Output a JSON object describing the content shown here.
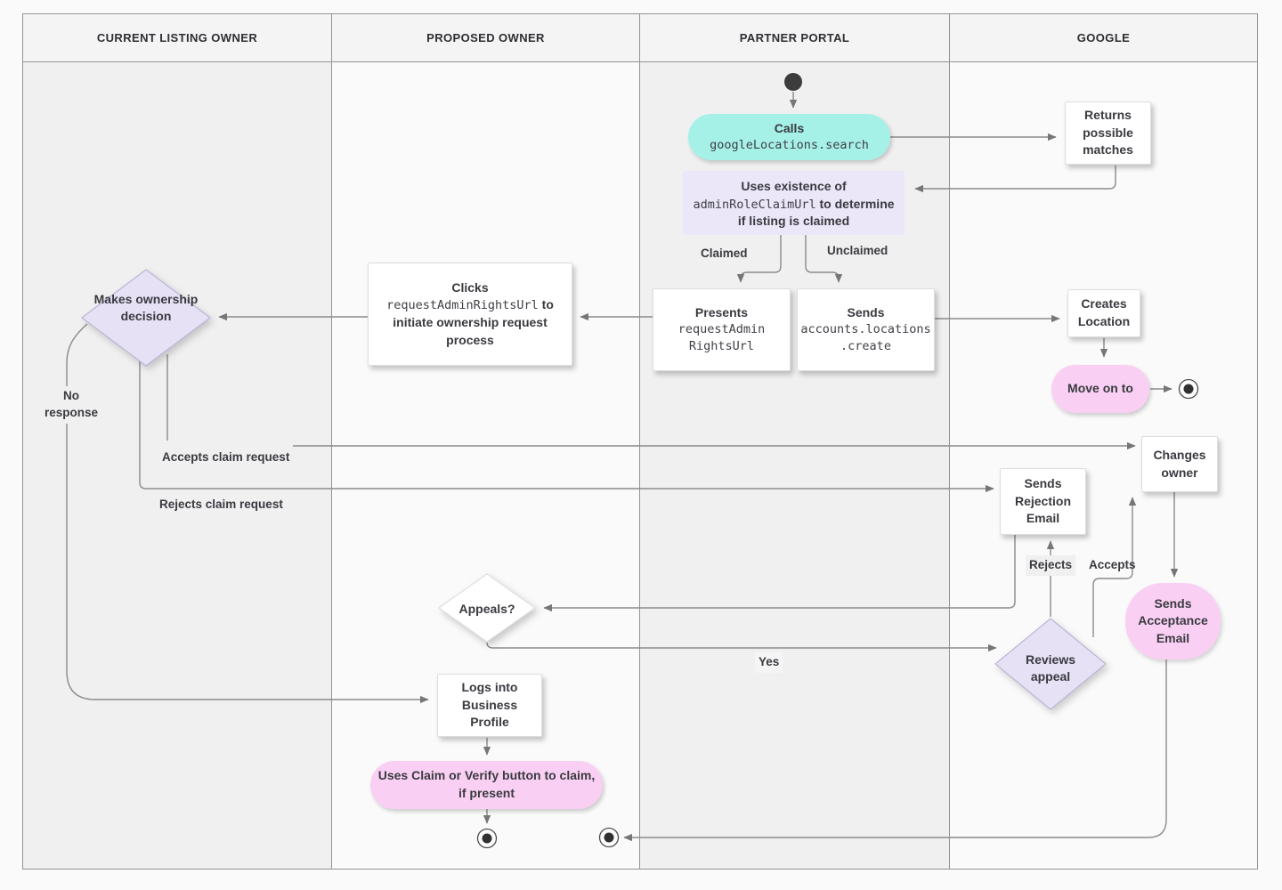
{
  "header": {
    "lanes": [
      "CURRENT LISTING OWNER",
      "PROPOSED OWNER",
      "PARTNER PORTAL",
      "GOOGLE"
    ]
  },
  "colors": {
    "teal": "#a5f1e8",
    "pink": "#f9d0f3",
    "lavender": "#e7e1f6",
    "lavender_box": "#ebe6f8",
    "wire": "#8a8a8a",
    "lane_gray": "#f0f0f1",
    "lane_light": "#fafafa"
  },
  "nodes": {
    "calls": {
      "title": "Calls",
      "code": "googleLocations.search"
    },
    "returns_matches": {
      "label": "Returns possible matches"
    },
    "uses_existence": {
      "before": "Uses existence of",
      "code": "adminRoleClaimUrl",
      "after": "to determine if listing is claimed"
    },
    "presents": {
      "title": "Presents",
      "code": "requestAdmin\nRightsUrl"
    },
    "sends_create": {
      "title": "Sends",
      "code": "accounts.locations\n.create"
    },
    "creates_location": {
      "label": "Creates Location"
    },
    "move_on": {
      "label": "Move on to"
    },
    "clicks": {
      "title": "Clicks",
      "code": "requestAdminRightsUrl",
      "after": "to initiate ownership request process"
    },
    "makes_decision": {
      "label": "Makes ownership decision"
    },
    "changes_owner": {
      "label": "Changes owner"
    },
    "sends_rejection": {
      "label": "Sends Rejection Email"
    },
    "sends_acceptance": {
      "label": "Sends Acceptance Email"
    },
    "reviews_appeal": {
      "label": "Reviews appeal"
    },
    "appeals": {
      "label": "Appeals?"
    },
    "logs_in": {
      "label": "Logs into Business Profile"
    },
    "uses_claim": {
      "label": "Uses Claim or Verify button to claim, if present"
    }
  },
  "edge_labels": {
    "claimed": "Claimed",
    "unclaimed": "Unclaimed",
    "no_response": "No response",
    "accepts_claim": "Accepts claim request",
    "rejects_claim": "Rejects claim request",
    "rejects": "Rejects",
    "accepts": "Accepts",
    "yes": "Yes"
  }
}
